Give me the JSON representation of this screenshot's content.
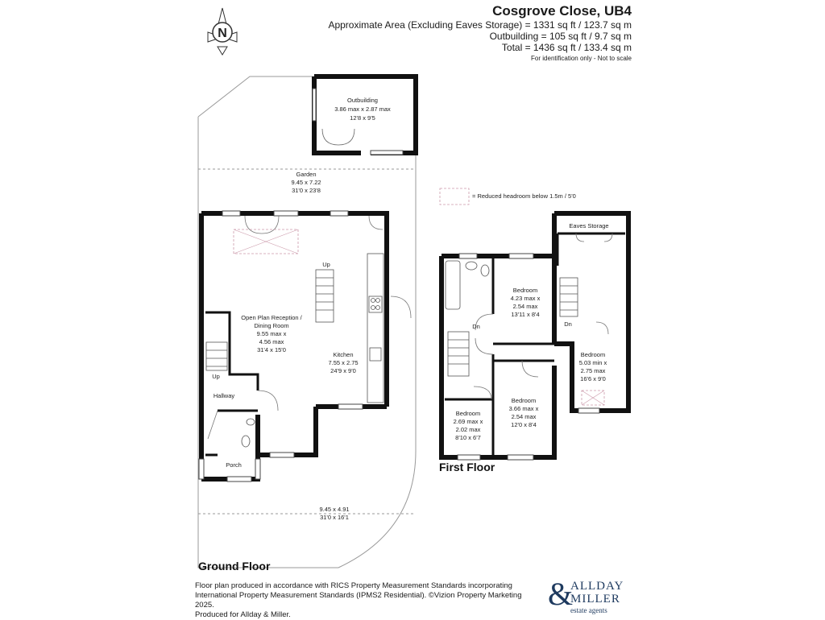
{
  "header": {
    "title": "Cosgrove Close, UB4",
    "area_lines": [
      "Approximate Area (Excluding Eaves Storage) = 1331 sq ft / 123.7 sq m",
      "Outbuilding = 105 sq ft / 9.7 sq m",
      "Total = 1436 sq ft / 133.4 sq m"
    ],
    "disclaimer": "For identification only - Not to scale"
  },
  "compass": {
    "letter": "N"
  },
  "legend": {
    "text": "= Reduced headroom below 1.5m / 5'0"
  },
  "ground_floor": {
    "label": "Ground Floor",
    "outbuilding": [
      "Outbuilding",
      "3.86 max x 2.87 max",
      "12'8 x 9'5"
    ],
    "garden": [
      "Garden",
      "9.45 x 7.22",
      "31'0 x 23'8"
    ],
    "reception": [
      "Open Plan Reception /",
      "Dining Room",
      "9.55 max x",
      "4.56 max",
      "31'4 x 15'0"
    ],
    "kitchen": [
      "Kitchen",
      "7.55 x 2.75",
      "24'9 x 9'0"
    ],
    "hallway": "Hallway",
    "porch": "Porch",
    "up_main": "Up",
    "up_hall": "Up",
    "front": [
      "9.45 x 4.91",
      "31'0 x 16'1"
    ]
  },
  "first_floor": {
    "label": "First Floor",
    "eaves": "Eaves Storage",
    "bed1": [
      "Bedroom",
      "4.23 max x",
      "2.54 max",
      "13'11 x 8'4"
    ],
    "bed2": [
      "Bedroom",
      "5.03 min x",
      "2.75 max",
      "16'6 x 9'0"
    ],
    "bed3": [
      "Bedroom",
      "3.66 max x",
      "2.54 max",
      "12'0 x 8'4"
    ],
    "bed4": [
      "Bedroom",
      "2.69 max x",
      "2.02 max",
      "8'10 x 6'7"
    ],
    "dn_left": "Dn",
    "dn_right": "Dn"
  },
  "footer": {
    "lines": [
      "Floor plan produced in accordance with RICS Property Measurement Standards incorporating",
      "International Property Measurement Standards (IPMS2 Residential). ©Vizion Property Marketing 2025.",
      "Produced for Allday & Miller."
    ]
  },
  "logo": {
    "line1": "ALLDAY",
    "line2": "MILLER",
    "tagline": "estate agents",
    "ampersand": "&"
  }
}
